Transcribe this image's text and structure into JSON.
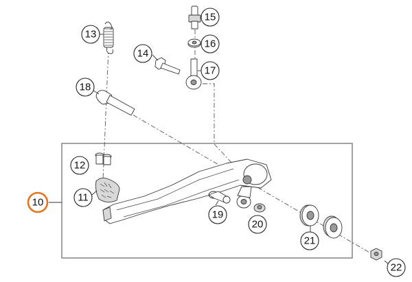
{
  "diagram": {
    "highlight_color": "#e8731f",
    "line_color": "#333333",
    "callouts": [
      {
        "id": "c10",
        "label": "10",
        "highlighted": true
      },
      {
        "id": "c11",
        "label": "11"
      },
      {
        "id": "c12",
        "label": "12"
      },
      {
        "id": "c13",
        "label": "13"
      },
      {
        "id": "c14",
        "label": "14"
      },
      {
        "id": "c15",
        "label": "15"
      },
      {
        "id": "c16",
        "label": "16"
      },
      {
        "id": "c17",
        "label": "17"
      },
      {
        "id": "c18",
        "label": "18"
      },
      {
        "id": "c19",
        "label": "19"
      },
      {
        "id": "c20",
        "label": "20"
      },
      {
        "id": "c21",
        "label": "21"
      },
      {
        "id": "c22",
        "label": "22"
      }
    ]
  }
}
